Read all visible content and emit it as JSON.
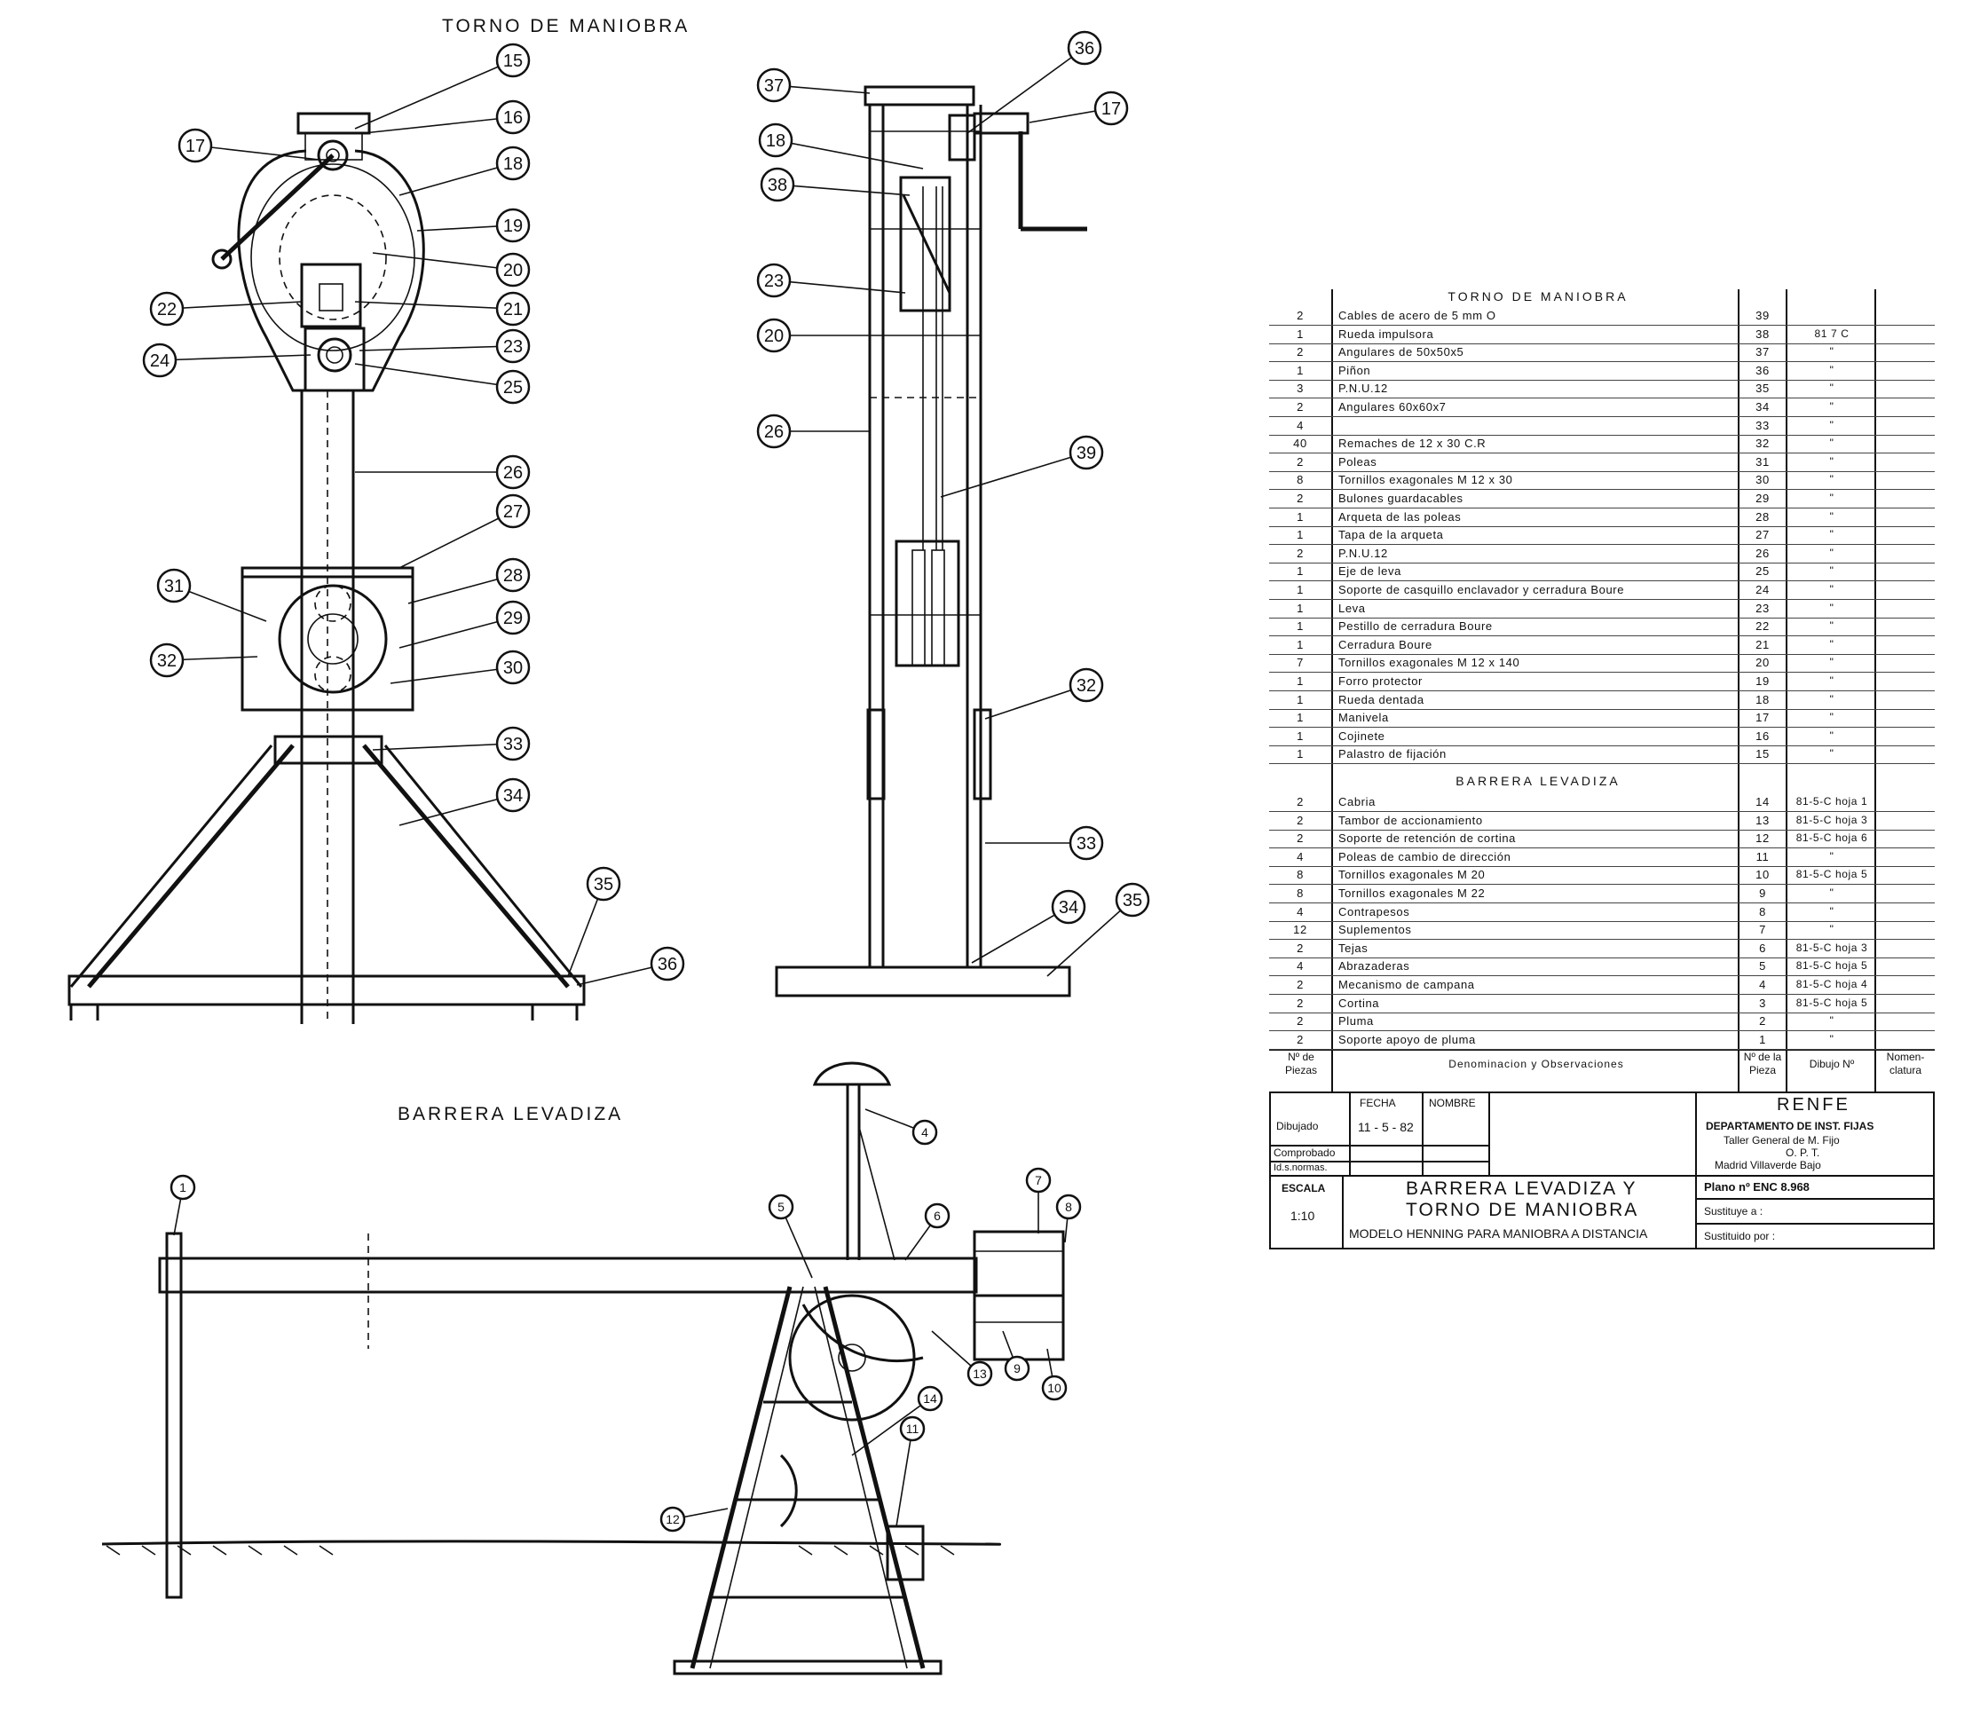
{
  "views": {
    "torno_title": "TORNO DE MANIOBRA",
    "barrera_title": "BARRERA LEVADIZA"
  },
  "callouts_front": [
    "15",
    "16",
    "17",
    "18",
    "19",
    "20",
    "21",
    "22",
    "23",
    "24",
    "25",
    "26",
    "27",
    "28",
    "29",
    "30",
    "31",
    "32",
    "33",
    "34",
    "35",
    "36"
  ],
  "callouts_side": [
    "37",
    "36",
    "17",
    "18",
    "38",
    "23",
    "20",
    "26",
    "39",
    "32",
    "33",
    "34",
    "35"
  ],
  "callouts_barrera": [
    "1",
    "4",
    "5",
    "6",
    "7",
    "8",
    "9",
    "10",
    "11",
    "12",
    "13",
    "14"
  ],
  "parts": {
    "section_torno": "TORNO DE MANIOBRA",
    "section_barrera": "BARRERA LEVADIZA",
    "torno_rows": [
      {
        "qty": "2",
        "desc": "Cables de acero de 5 mm O",
        "num": "39",
        "ref": ""
      },
      {
        "qty": "1",
        "desc": "Rueda impulsora",
        "num": "38",
        "ref": "81 7 C"
      },
      {
        "qty": "2",
        "desc": "Angulares de 50x50x5",
        "num": "37",
        "ref": "\""
      },
      {
        "qty": "1",
        "desc": "Piñon",
        "num": "36",
        "ref": "\""
      },
      {
        "qty": "3",
        "desc": "P.N.U.12",
        "num": "35",
        "ref": "\""
      },
      {
        "qty": "2",
        "desc": "Angulares 60x60x7",
        "num": "34",
        "ref": "\""
      },
      {
        "qty": "4",
        "desc": "",
        "num": "33",
        "ref": "\""
      },
      {
        "qty": "40",
        "desc": "Remaches de 12 x 30 C.R",
        "num": "32",
        "ref": "\""
      },
      {
        "qty": "2",
        "desc": "Poleas",
        "num": "31",
        "ref": "\""
      },
      {
        "qty": "8",
        "desc": "Tornillos exagonales M 12 x 30",
        "num": "30",
        "ref": "\""
      },
      {
        "qty": "2",
        "desc": "Bulones guardacables",
        "num": "29",
        "ref": "\""
      },
      {
        "qty": "1",
        "desc": "Arqueta de las poleas",
        "num": "28",
        "ref": "\""
      },
      {
        "qty": "1",
        "desc": "Tapa de la arqueta",
        "num": "27",
        "ref": "\""
      },
      {
        "qty": "2",
        "desc": "P.N.U.12",
        "num": "26",
        "ref": "\""
      },
      {
        "qty": "1",
        "desc": "Eje de leva",
        "num": "25",
        "ref": "\""
      },
      {
        "qty": "1",
        "desc": "Soporte de casquillo enclavador y cerradura Boure",
        "num": "24",
        "ref": "\""
      },
      {
        "qty": "1",
        "desc": "Leva",
        "num": "23",
        "ref": "\""
      },
      {
        "qty": "1",
        "desc": "Pestillo de cerradura Boure",
        "num": "22",
        "ref": "\""
      },
      {
        "qty": "1",
        "desc": "Cerradura Boure",
        "num": "21",
        "ref": "\""
      },
      {
        "qty": "7",
        "desc": "Tornillos exagonales M 12 x 140",
        "num": "20",
        "ref": "\""
      },
      {
        "qty": "1",
        "desc": "Forro protector",
        "num": "19",
        "ref": "\""
      },
      {
        "qty": "1",
        "desc": "Rueda dentada",
        "num": "18",
        "ref": "\""
      },
      {
        "qty": "1",
        "desc": "Manivela",
        "num": "17",
        "ref": "\""
      },
      {
        "qty": "1",
        "desc": "Cojinete",
        "num": "16",
        "ref": "\""
      },
      {
        "qty": "1",
        "desc": "Palastro de fijación",
        "num": "15",
        "ref": "\""
      }
    ],
    "barrera_rows": [
      {
        "qty": "2",
        "desc": "Cabria",
        "num": "14",
        "ref": "81-5-C hoja 1"
      },
      {
        "qty": "2",
        "desc": "Tambor de accionamiento",
        "num": "13",
        "ref": "81-5-C hoja 3"
      },
      {
        "qty": "2",
        "desc": "Soporte de retención de cortina",
        "num": "12",
        "ref": "81-5-C hoja 6"
      },
      {
        "qty": "4",
        "desc": "Poleas de cambio de dirección",
        "num": "11",
        "ref": "\""
      },
      {
        "qty": "8",
        "desc": "Tornillos exagonales M 20",
        "num": "10",
        "ref": "81-5-C hoja 5"
      },
      {
        "qty": "8",
        "desc": "Tornillos exagonales M 22",
        "num": "9",
        "ref": "\""
      },
      {
        "qty": "4",
        "desc": "Contrapesos",
        "num": "8",
        "ref": "\""
      },
      {
        "qty": "12",
        "desc": "Suplementos",
        "num": "7",
        "ref": "\""
      },
      {
        "qty": "2",
        "desc": "Tejas",
        "num": "6",
        "ref": "81-5-C hoja 3"
      },
      {
        "qty": "4",
        "desc": "Abrazaderas",
        "num": "5",
        "ref": "81-5-C hoja 5"
      },
      {
        "qty": "2",
        "desc": "Mecanismo de campana",
        "num": "4",
        "ref": "81-5-C hoja 4"
      },
      {
        "qty": "2",
        "desc": "Cortina",
        "num": "3",
        "ref": "81-5-C hoja 5"
      },
      {
        "qty": "2",
        "desc": "Pluma",
        "num": "2",
        "ref": "\""
      },
      {
        "qty": "2",
        "desc": "Soporte apoyo de pluma",
        "num": "1",
        "ref": "\""
      }
    ],
    "header": {
      "qty": "Nº de Piezas",
      "desc": "Denominacion y Observaciones",
      "num": "Nº de la Pieza",
      "ref": "Dibujo Nº",
      "nomen": "Nomen- clatura"
    }
  },
  "title_block": {
    "fecha_label": "FECHA",
    "nombre_label": "NOMBRE",
    "dibujado_label": "Dibujado",
    "dibujado_fecha": "11 - 5 - 82",
    "comprobado_label": "Comprobado",
    "normas_label": "Id.s.normas.",
    "org_name": "RENFE",
    "dept": "DEPARTAMENTO DE INST. FIJAS",
    "taller": "Taller General de M. Fijo",
    "opt": "O. P. T.",
    "madrid": "Madrid Villaverde Bajo",
    "escala_label": "ESCALA",
    "escala_value": "1:10",
    "title_line1": "BARRERA LEVADIZA Y",
    "title_line2": "TORNO DE MANIOBRA",
    "subtitle": "MODELO HENNING PARA MANIOBRA A DISTANCIA",
    "plano": "Plano nº ENC 8.968",
    "sustituye": "Sustituye a :",
    "sustituido": "Sustituido por :"
  }
}
